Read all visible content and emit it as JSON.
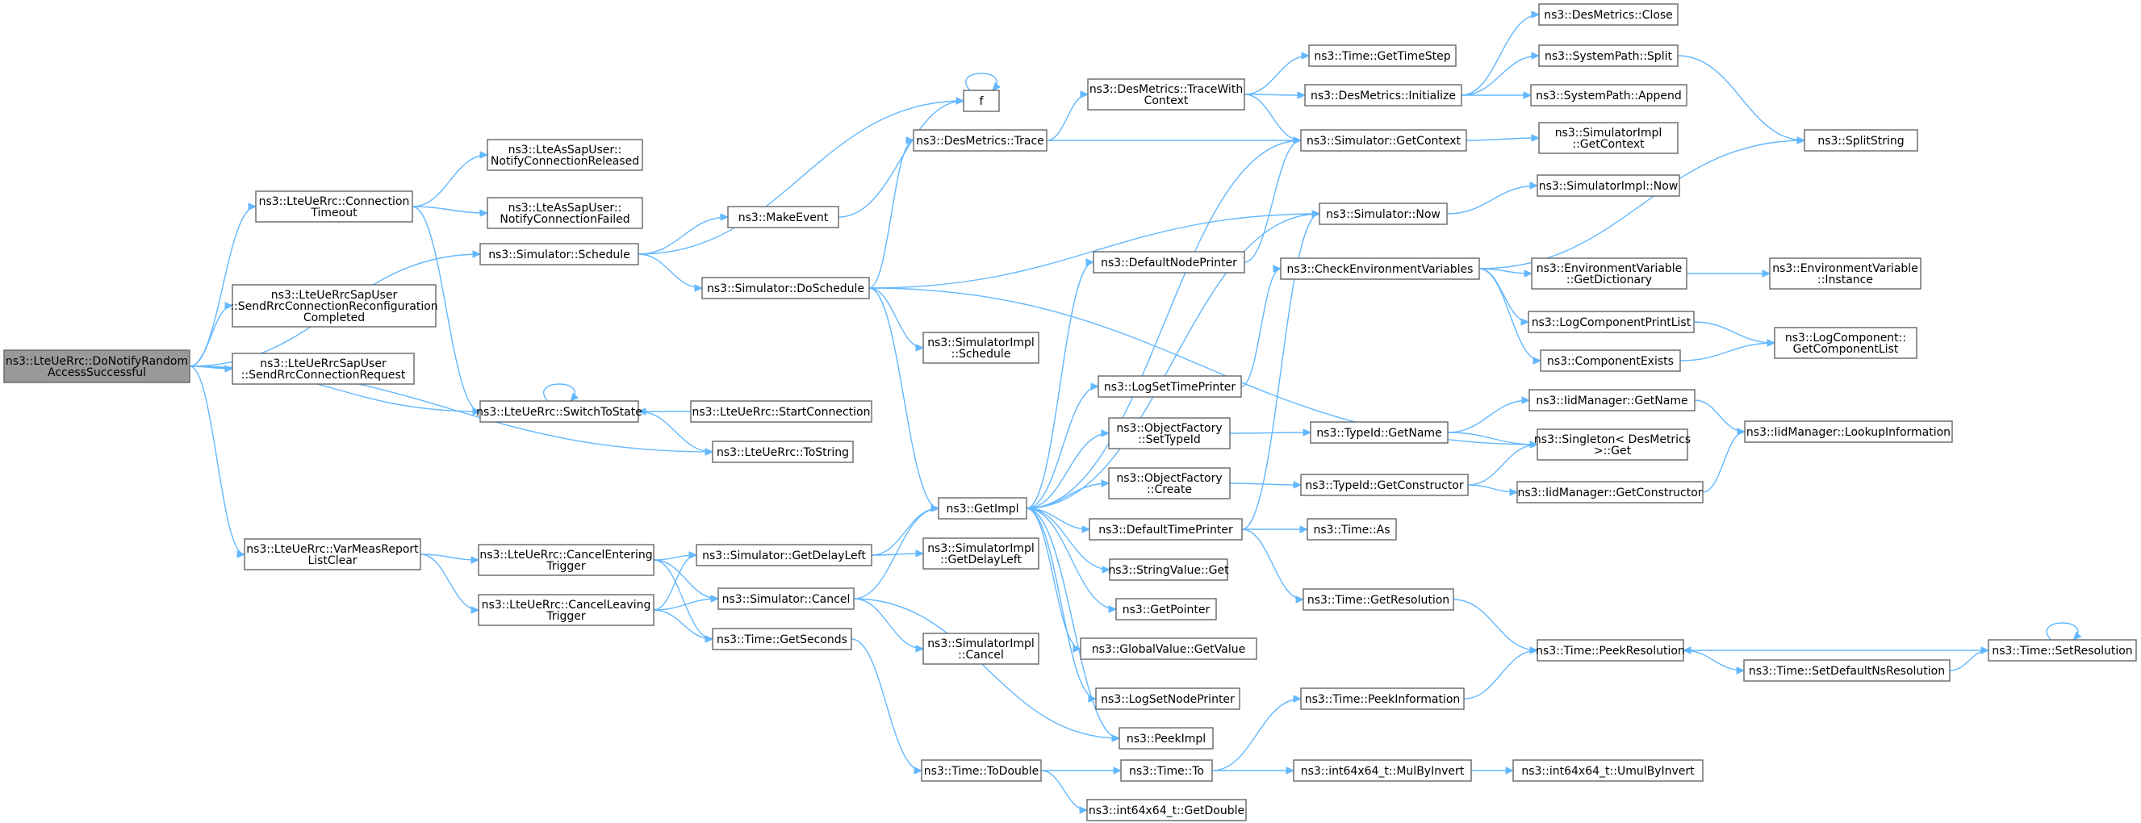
{
  "graph": {
    "nodes": [
      {
        "id": "root",
        "lines": [
          "ns3::LteUeRrc::DoNotifyRandom",
          "AccessSuccessful"
        ],
        "highlight": true
      },
      {
        "id": "conn_timeout",
        "lines": [
          "ns3::LteUeRrc::Connection",
          "Timeout"
        ]
      },
      {
        "id": "sched",
        "lines": [
          "ns3::Simulator::Schedule"
        ]
      },
      {
        "id": "sendreconf",
        "lines": [
          "ns3::LteUeRrcSapUser",
          "::SendRrcConnectionReconfiguration",
          "Completed"
        ]
      },
      {
        "id": "sendreq",
        "lines": [
          "ns3::LteUeRrcSapUser",
          "::SendRrcConnectionRequest"
        ]
      },
      {
        "id": "switch",
        "lines": [
          "ns3::LteUeRrc::SwitchToState"
        ]
      },
      {
        "id": "tostring",
        "lines": [
          "ns3::LteUeRrc::ToString"
        ]
      },
      {
        "id": "varmeas",
        "lines": [
          "ns3::LteUeRrc::VarMeasReport",
          "ListClear"
        ]
      },
      {
        "id": "notif_rel",
        "lines": [
          "ns3::LteAsSapUser::",
          "NotifyConnectionReleased"
        ]
      },
      {
        "id": "notif_fail",
        "lines": [
          "ns3::LteAsSapUser::",
          "NotifyConnectionFailed"
        ]
      },
      {
        "id": "makeevent",
        "lines": [
          "ns3::MakeEvent"
        ]
      },
      {
        "id": "f",
        "lines": [
          "f"
        ]
      },
      {
        "id": "dosched",
        "lines": [
          "ns3::Simulator::DoSchedule"
        ]
      },
      {
        "id": "startconn",
        "lines": [
          "ns3::LteUeRrc::StartConnection"
        ]
      },
      {
        "id": "cancelent",
        "lines": [
          "ns3::LteUeRrc::CancelEntering",
          "Trigger"
        ]
      },
      {
        "id": "cancelleav",
        "lines": [
          "ns3::LteUeRrc::CancelLeaving",
          "Trigger"
        ]
      },
      {
        "id": "desmtrace",
        "lines": [
          "ns3::DesMetrics::Trace"
        ]
      },
      {
        "id": "simimplsched",
        "lines": [
          "ns3::SimulatorImpl",
          "::Schedule"
        ]
      },
      {
        "id": "getdelayleft",
        "lines": [
          "ns3::Simulator::GetDelayLeft"
        ]
      },
      {
        "id": "simcancel",
        "lines": [
          "ns3::Simulator::Cancel"
        ]
      },
      {
        "id": "getseconds",
        "lines": [
          "ns3::Time::GetSeconds"
        ]
      },
      {
        "id": "getimpl",
        "lines": [
          "ns3::GetImpl"
        ]
      },
      {
        "id": "simimpldelay",
        "lines": [
          "ns3::SimulatorImpl",
          "::GetDelayLeft"
        ]
      },
      {
        "id": "simimplcancel",
        "lines": [
          "ns3::SimulatorImpl",
          "::Cancel"
        ]
      },
      {
        "id": "todouble",
        "lines": [
          "ns3::Time::ToDouble"
        ]
      },
      {
        "id": "tracewith",
        "lines": [
          "ns3::DesMetrics::TraceWith",
          "Context"
        ]
      },
      {
        "id": "defnodeprinter",
        "lines": [
          "ns3::DefaultNodePrinter"
        ]
      },
      {
        "id": "logsettime",
        "lines": [
          "ns3::LogSetTimePrinter"
        ]
      },
      {
        "id": "objsettypeid",
        "lines": [
          "ns3::ObjectFactory",
          "::SetTypeId"
        ]
      },
      {
        "id": "objcreate",
        "lines": [
          "ns3::ObjectFactory",
          "::Create"
        ]
      },
      {
        "id": "deftimeprinter",
        "lines": [
          "ns3::DefaultTimePrinter"
        ]
      },
      {
        "id": "stringvalue",
        "lines": [
          "ns3::StringValue::Get"
        ]
      },
      {
        "id": "getpointer",
        "lines": [
          "ns3::GetPointer"
        ]
      },
      {
        "id": "globalvalue",
        "lines": [
          "ns3::GlobalValue::GetValue"
        ]
      },
      {
        "id": "logsetnode",
        "lines": [
          "ns3::LogSetNodePrinter"
        ]
      },
      {
        "id": "peekimpl",
        "lines": [
          "ns3::PeekImpl"
        ]
      },
      {
        "id": "timeto",
        "lines": [
          "ns3::Time::To"
        ]
      },
      {
        "id": "getdouble",
        "lines": [
          "ns3::int64x64_t::GetDouble"
        ]
      },
      {
        "id": "gettimestep",
        "lines": [
          "ns3::Time::GetTimeStep"
        ]
      },
      {
        "id": "desminit",
        "lines": [
          "ns3::DesMetrics::Initialize"
        ]
      },
      {
        "id": "simgetctx",
        "lines": [
          "ns3::Simulator::GetContext"
        ]
      },
      {
        "id": "simnow",
        "lines": [
          "ns3::Simulator::Now"
        ]
      },
      {
        "id": "checkenv",
        "lines": [
          "ns3::CheckEnvironmentVariables"
        ]
      },
      {
        "id": "typeidname",
        "lines": [
          "ns3::TypeId::GetName"
        ]
      },
      {
        "id": "typeidctor",
        "lines": [
          "ns3::TypeId::GetConstructor"
        ]
      },
      {
        "id": "timeas",
        "lines": [
          "ns3::Time::As"
        ]
      },
      {
        "id": "getres",
        "lines": [
          "ns3::Time::GetResolution"
        ]
      },
      {
        "id": "peekinfo",
        "lines": [
          "ns3::Time::PeekInformation"
        ]
      },
      {
        "id": "mulbyinv",
        "lines": [
          "ns3::int64x64_t::MulByInvert"
        ]
      },
      {
        "id": "desmclose",
        "lines": [
          "ns3::DesMetrics::Close"
        ]
      },
      {
        "id": "syssplit",
        "lines": [
          "ns3::SystemPath::Split"
        ]
      },
      {
        "id": "sysappend",
        "lines": [
          "ns3::SystemPath::Append"
        ]
      },
      {
        "id": "simimplctx",
        "lines": [
          "ns3::SimulatorImpl",
          "::GetContext"
        ]
      },
      {
        "id": "simimplnow",
        "lines": [
          "ns3::SimulatorImpl::Now"
        ]
      },
      {
        "id": "envdict",
        "lines": [
          "ns3::EnvironmentVariable",
          "::GetDictionary"
        ]
      },
      {
        "id": "logcomplist",
        "lines": [
          "ns3::LogComponentPrintList"
        ]
      },
      {
        "id": "compexists",
        "lines": [
          "ns3::ComponentExists"
        ]
      },
      {
        "id": "iidgetname",
        "lines": [
          "ns3::IidManager::GetName"
        ]
      },
      {
        "id": "singleton",
        "lines": [
          "ns3::Singleton< DesMetrics",
          "&gt;::Get"
        ]
      },
      {
        "id": "iidgetctor",
        "lines": [
          "ns3::IidManager::GetConstructor"
        ]
      },
      {
        "id": "peekres",
        "lines": [
          "ns3::Time::PeekResolution"
        ]
      },
      {
        "id": "setdefns",
        "lines": [
          "ns3::Time::SetDefaultNsResolution"
        ]
      },
      {
        "id": "umulbyinv",
        "lines": [
          "ns3::int64x64_t::UmulByInvert"
        ]
      },
      {
        "id": "splitstring",
        "lines": [
          "ns3::SplitString"
        ]
      },
      {
        "id": "envinst",
        "lines": [
          "ns3::EnvironmentVariable",
          "::Instance"
        ]
      },
      {
        "id": "logcompget",
        "lines": [
          "ns3::LogComponent::",
          "GetComponentList"
        ]
      },
      {
        "id": "iidlookup",
        "lines": [
          "ns3::IidManager::LookupInformation"
        ]
      },
      {
        "id": "setres",
        "lines": [
          "ns3::Time::SetResolution"
        ]
      }
    ],
    "edges": [
      [
        "root",
        "conn_timeout"
      ],
      [
        "root",
        "sched"
      ],
      [
        "root",
        "sendreconf"
      ],
      [
        "root",
        "sendreq"
      ],
      [
        "root",
        "switch"
      ],
      [
        "root",
        "tostring"
      ],
      [
        "root",
        "varmeas"
      ],
      [
        "conn_timeout",
        "notif_rel"
      ],
      [
        "conn_timeout",
        "notif_fail"
      ],
      [
        "conn_timeout",
        "switch"
      ],
      [
        "sched",
        "makeevent"
      ],
      [
        "sched",
        "f"
      ],
      [
        "sched",
        "dosched"
      ],
      [
        "makeevent",
        "f"
      ],
      [
        "f",
        "f"
      ],
      [
        "switch",
        "switch"
      ],
      [
        "switch",
        "tostring"
      ],
      [
        "startconn",
        "switch"
      ],
      [
        "varmeas",
        "cancelent"
      ],
      [
        "varmeas",
        "cancelleav"
      ],
      [
        "cancelent",
        "getdelayleft"
      ],
      [
        "cancelent",
        "simcancel"
      ],
      [
        "cancelent",
        "getseconds"
      ],
      [
        "cancelleav",
        "getdelayleft"
      ],
      [
        "cancelleav",
        "simcancel"
      ],
      [
        "cancelleav",
        "getseconds"
      ],
      [
        "dosched",
        "desmtrace"
      ],
      [
        "dosched",
        "simimplsched"
      ],
      [
        "dosched",
        "getimpl"
      ],
      [
        "dosched",
        "simnow"
      ],
      [
        "dosched",
        "singleton"
      ],
      [
        "getdelayleft",
        "getimpl"
      ],
      [
        "getdelayleft",
        "simimpldelay"
      ],
      [
        "simcancel",
        "getimpl"
      ],
      [
        "simcancel",
        "simimplcancel"
      ],
      [
        "simcancel",
        "peekimpl"
      ],
      [
        "getseconds",
        "todouble"
      ],
      [
        "todouble",
        "timeto"
      ],
      [
        "todouble",
        "getdouble"
      ],
      [
        "timeto",
        "peekinfo"
      ],
      [
        "timeto",
        "mulbyinv"
      ],
      [
        "mulbyinv",
        "umulbyinv"
      ],
      [
        "desmtrace",
        "tracewith"
      ],
      [
        "desmtrace",
        "simgetctx"
      ],
      [
        "tracewith",
        "gettimestep"
      ],
      [
        "tracewith",
        "desminit"
      ],
      [
        "tracewith",
        "simgetctx"
      ],
      [
        "desminit",
        "desmclose"
      ],
      [
        "desminit",
        "syssplit"
      ],
      [
        "desminit",
        "sysappend"
      ],
      [
        "syssplit",
        "splitstring"
      ],
      [
        "getimpl",
        "defnodeprinter"
      ],
      [
        "getimpl",
        "logsettime"
      ],
      [
        "getimpl",
        "objsettypeid"
      ],
      [
        "getimpl",
        "objcreate"
      ],
      [
        "getimpl",
        "deftimeprinter"
      ],
      [
        "getimpl",
        "stringvalue"
      ],
      [
        "getimpl",
        "getpointer"
      ],
      [
        "getimpl",
        "globalvalue"
      ],
      [
        "getimpl",
        "logsetnode"
      ],
      [
        "getimpl",
        "peekimpl"
      ],
      [
        "getimpl",
        "simgetctx"
      ],
      [
        "getimpl",
        "simnow"
      ],
      [
        "defnodeprinter",
        "simgetctx"
      ],
      [
        "logsettime",
        "checkenv"
      ],
      [
        "objsettypeid",
        "typeidname"
      ],
      [
        "objcreate",
        "typeidctor"
      ],
      [
        "deftimeprinter",
        "simnow"
      ],
      [
        "deftimeprinter",
        "timeas"
      ],
      [
        "deftimeprinter",
        "getres"
      ],
      [
        "simgetctx",
        "simimplctx"
      ],
      [
        "simnow",
        "simimplnow"
      ],
      [
        "checkenv",
        "splitstring"
      ],
      [
        "checkenv",
        "envdict"
      ],
      [
        "checkenv",
        "logcomplist"
      ],
      [
        "checkenv",
        "compexists"
      ],
      [
        "envdict",
        "envinst"
      ],
      [
        "logcomplist",
        "logcompget"
      ],
      [
        "compexists",
        "logcompget"
      ],
      [
        "typeidname",
        "iidgetname"
      ],
      [
        "typeidname",
        "singleton"
      ],
      [
        "typeidctor",
        "iidgetctor"
      ],
      [
        "typeidctor",
        "singleton"
      ],
      [
        "iidgetname",
        "iidlookup"
      ],
      [
        "iidgetctor",
        "iidlookup"
      ],
      [
        "getres",
        "peekres"
      ],
      [
        "peekinfo",
        "peekres"
      ],
      [
        "peekres",
        "setdefns"
      ],
      [
        "setdefns",
        "setres"
      ],
      [
        "setres",
        "peekres"
      ],
      [
        "setres",
        "setres"
      ]
    ]
  }
}
